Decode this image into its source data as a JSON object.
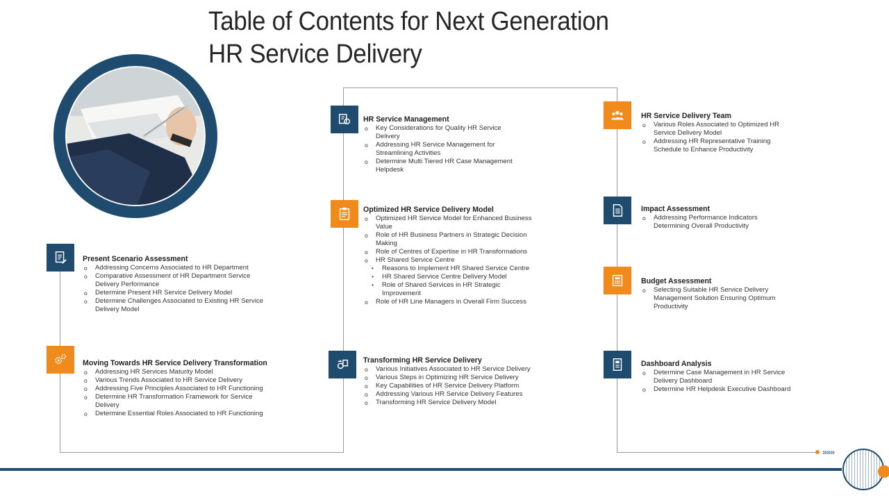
{
  "title": {
    "line1": "Table of Contents for Next Generation",
    "line2": "HR Service Delivery"
  },
  "colors": {
    "navy": "#1e4b6e",
    "orange": "#f08a1c",
    "line": "#9a9a9a"
  },
  "sections": {
    "present": {
      "icon": "document-pen-icon",
      "heading": "Present Scenario Assessment",
      "items": [
        "Addressing Concerns Associated to HR Department",
        "Comparative Assessment of HR  Department Service Delivery Performance",
        "Determine Present HR Service Delivery Model",
        "Determine Challenges Associated to Existing HR Service Delivery Model"
      ]
    },
    "moving": {
      "icon": "gears-icon",
      "heading": "Moving Towards HR Service Delivery Transformation",
      "items": [
        "Addressing HR Services Maturity Model",
        "Various Trends Associated to HR Service Delivery",
        "Addressing Five Principles Associated to HR Functioning",
        "Determine HR Transformation Framework for Service Delivery",
        "Determine Essential Roles Associated to HR Functioning"
      ]
    },
    "hr_mgmt": {
      "icon": "service-management-icon",
      "heading": "HR  Service Management",
      "items": [
        "Key Considerations for Quality HR Service Delivery",
        "Addressing HR Service Management for Streamlining Activities",
        "Determine Multi Tiered HR Case Management Helpdesk"
      ]
    },
    "optimized": {
      "icon": "clipboard-icon",
      "heading": "Optimized HR Service Delivery Model",
      "items": [
        "Optimized HR Service Model for Enhanced Business Value",
        "Role of HR Business Partners in Strategic Decision Making",
        "Role of Centres of Expertise in HR Transformations",
        "HR Shared Service Centre"
      ],
      "subitems": [
        "Reasons to Implement HR Shared Service Centre",
        "HR Shared Service Centre Delivery Model",
        "Role of Shared Services in HR Strategic Improvement"
      ],
      "last_item": "Role of HR Line Managers in Overall Firm Success"
    },
    "transforming": {
      "icon": "transformation-icon",
      "heading": "Transforming HR Service Delivery",
      "items": [
        "Various Initiatives Associated to HR Service Delivery",
        "Various Steps in Optimizing HR Service Delivery",
        "Key Capabilities of HR Service Delivery Platform",
        "Addressing Various HR Service Delivery Features",
        "Transforming HR Service Delivery Model"
      ]
    },
    "team": {
      "icon": "team-icon",
      "heading": "HR  Service Delivery Team",
      "items": [
        "Various Roles Associated to Optimized HR Service Delivery Model",
        "Addressing HR Representative Training Schedule to Enhance Productivity"
      ]
    },
    "impact": {
      "icon": "report-icon",
      "heading": "Impact Assessment",
      "items": [
        "Addressing Performance Indicators Determining Overall Productivity"
      ]
    },
    "budget": {
      "icon": "budget-icon",
      "heading": "Budget Assessment",
      "items": [
        "Selecting Suitable HR Service Delivery Management Solution Ensuring Optimum Productivity"
      ]
    },
    "dashboard": {
      "icon": "dashboard-icon",
      "heading": "Dashboard Analysis",
      "items": [
        "Determine Case Management in HR Service Delivery Dashboard",
        "Determine HR Helpdesk Executive Dashboard"
      ]
    }
  },
  "footer": {
    "arrows": "»»»"
  }
}
